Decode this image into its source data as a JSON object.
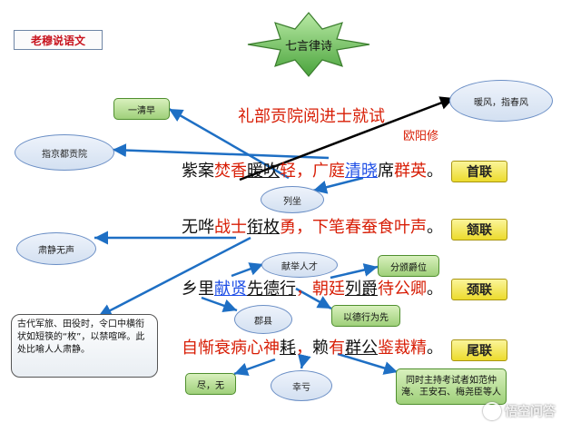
{
  "badge": "老穆说语文",
  "title_poem": "七言律诗",
  "heading": "礼部贡院阅进士就试",
  "author": "欧阳修",
  "lines": [
    [
      {
        "t": "紫案",
        "c": "blk"
      },
      {
        "t": "焚香",
        "c": "red"
      },
      {
        "t": "暖吹",
        "c": "blk",
        "u": true
      },
      {
        "t": "轻，广庭",
        "c": "red"
      },
      {
        "t": "清晓",
        "c": "blu",
        "u": true
      },
      {
        "t": "席",
        "c": "blk"
      },
      {
        "t": "群英",
        "c": "red"
      },
      {
        "t": "。",
        "c": "blk"
      }
    ],
    [
      {
        "t": "无哗",
        "c": "blk"
      },
      {
        "t": "战士",
        "c": "red"
      },
      {
        "t": "衔枚",
        "c": "blk",
        "u": true
      },
      {
        "t": "勇，下笔春蚕食叶声",
        "c": "red"
      },
      {
        "t": "。",
        "c": "blk"
      }
    ],
    [
      {
        "t": "乡里",
        "c": "blk"
      },
      {
        "t": "献贤",
        "c": "blu",
        "u": true
      },
      {
        "t": "先德行",
        "c": "blk",
        "u": true
      },
      {
        "t": "，朝廷",
        "c": "red"
      },
      {
        "t": "列爵",
        "c": "blk",
        "u": true
      },
      {
        "t": "待公卿",
        "c": "red"
      },
      {
        "t": "。",
        "c": "blk"
      }
    ],
    [
      {
        "t": "自惭衰病心神",
        "c": "red"
      },
      {
        "t": "耗",
        "c": "blk",
        "u": true
      },
      {
        "t": "，",
        "c": "red"
      },
      {
        "t": "赖",
        "c": "blk"
      },
      {
        "t": "有",
        "c": "red"
      },
      {
        "t": "群公",
        "c": "blk",
        "u": true
      },
      {
        "t": "鉴裁精",
        "c": "red"
      },
      {
        "t": "。",
        "c": "blk"
      }
    ]
  ],
  "couplets": [
    "首联",
    "颔联",
    "颈联",
    "尾联"
  ],
  "notes": {
    "yiqingzao": "一清早",
    "nuanfeng": "暖风，指春风",
    "jingdu": "指京都贡院",
    "liezuo": "列坐",
    "suji": "肃静无声",
    "xianju": "献举人才",
    "fenban": "分颁爵位",
    "junxian": "郡县",
    "yidexing": "以德行为先",
    "gudai": "古代军旅、田役时，令口中横衔状如短筷的“枚”，以禁喧哗。此处比喻人人肃静。",
    "jinwu": "尽，无",
    "xingkui": "幸亏",
    "tongshi": "同时主持考试者如范仲淹、王安石、梅尧臣等人"
  },
  "watermark": "悟空问答"
}
